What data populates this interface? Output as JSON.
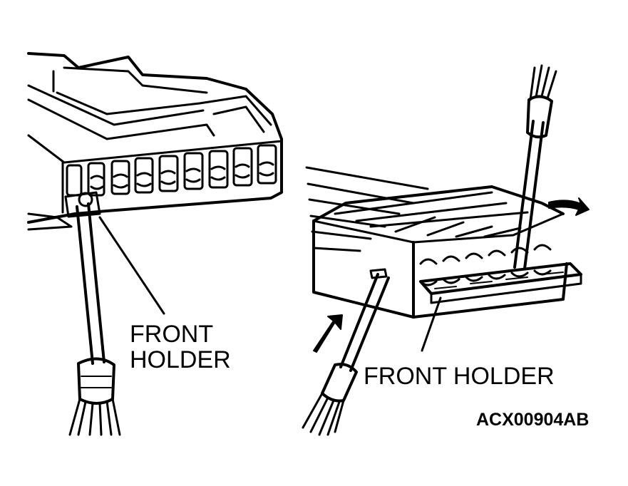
{
  "labels": {
    "left_line1": "FRONT",
    "left_line2": "HOLDER",
    "right": "FRONT HOLDER",
    "figure_code": "ACX00904AB"
  },
  "colors": {
    "ink": "#000000",
    "paper": "#ffffff"
  },
  "icons": {
    "push_arrow": "arrow-up-right-icon",
    "slide_arrow": "arrow-right-icon"
  }
}
